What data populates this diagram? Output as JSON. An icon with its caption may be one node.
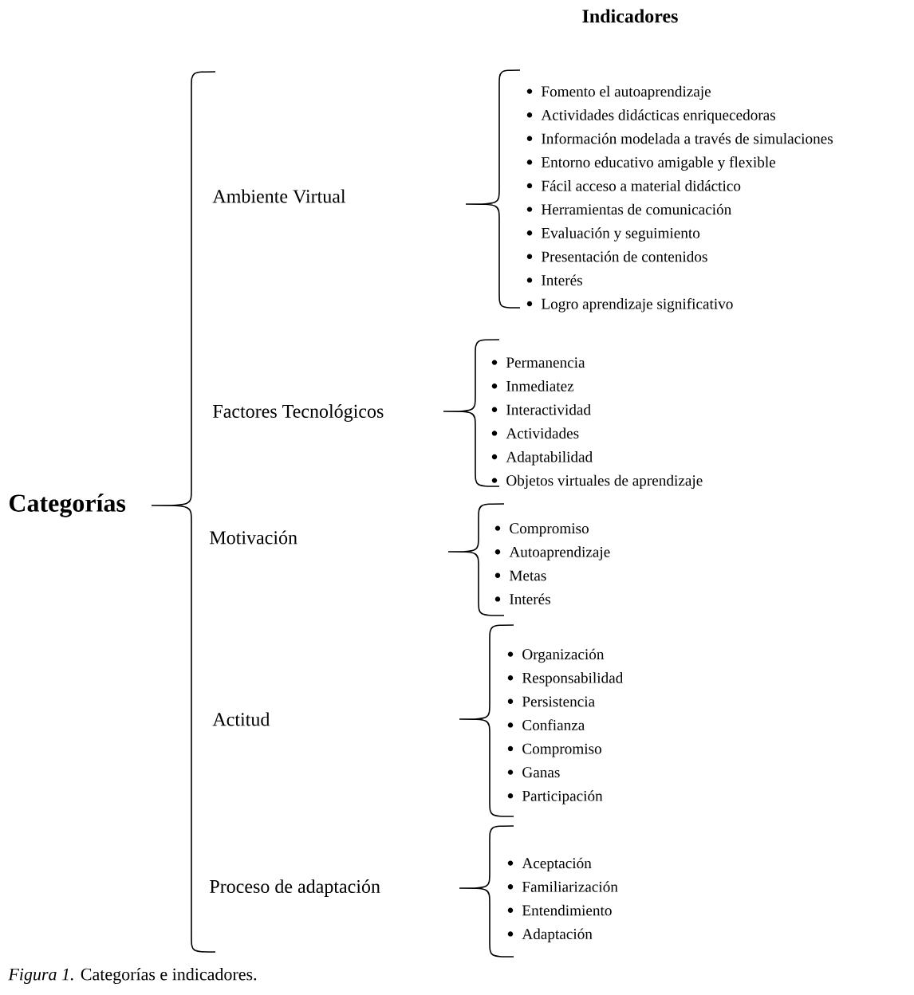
{
  "diagram": {
    "title": "Indicadores",
    "caption": "*Figura 1.*  Categorías e indicadores.",
    "nodes": [
      {
        "text": [
          "Categorías"
        ]
      },
      {
        "text": [
          "Ambiente Virtual"
        ]
      },
      {
        "text": [
          "Fomento el autoaprendizaje",
          "Actividades didácticas enriquecedoras",
          "Información modelada a través de simulaciones",
          "Entorno educativo amigable y flexible",
          "Fácil acceso a material didáctico",
          "Herramientas de comunicación",
          "Evaluación y seguimiento",
          "Presentación de contenidos",
          "Interés",
          "Logro aprendizaje significativo"
        ]
      },
      {
        "text": [
          "Factores Tecnológicos"
        ]
      },
      {
        "text": [
          "Permanencia",
          "Inmediatez",
          "Interactividad",
          "Actividades",
          "Adaptabilidad",
          "Objetos virtuales de aprendizaje"
        ]
      },
      {
        "text": [
          "Motivación"
        ]
      },
      {
        "text": [
          "Compromiso",
          "Autoaprendizaje",
          "Metas",
          "Interés"
        ]
      },
      {
        "text": [
          "Actitud"
        ]
      },
      {
        "text": [
          "Organización",
          "Responsabilidad",
          "Persistencia",
          "Confianza",
          "Compromiso",
          "Ganas",
          "Participación"
        ]
      },
      {
        "text": [
          "Proceso de adaptación"
        ]
      },
      {
        "text": [
          "Aceptación",
          "Familiarización",
          "Entendimiento",
          "Adaptación"
        ]
      }
    ]
  }
}
